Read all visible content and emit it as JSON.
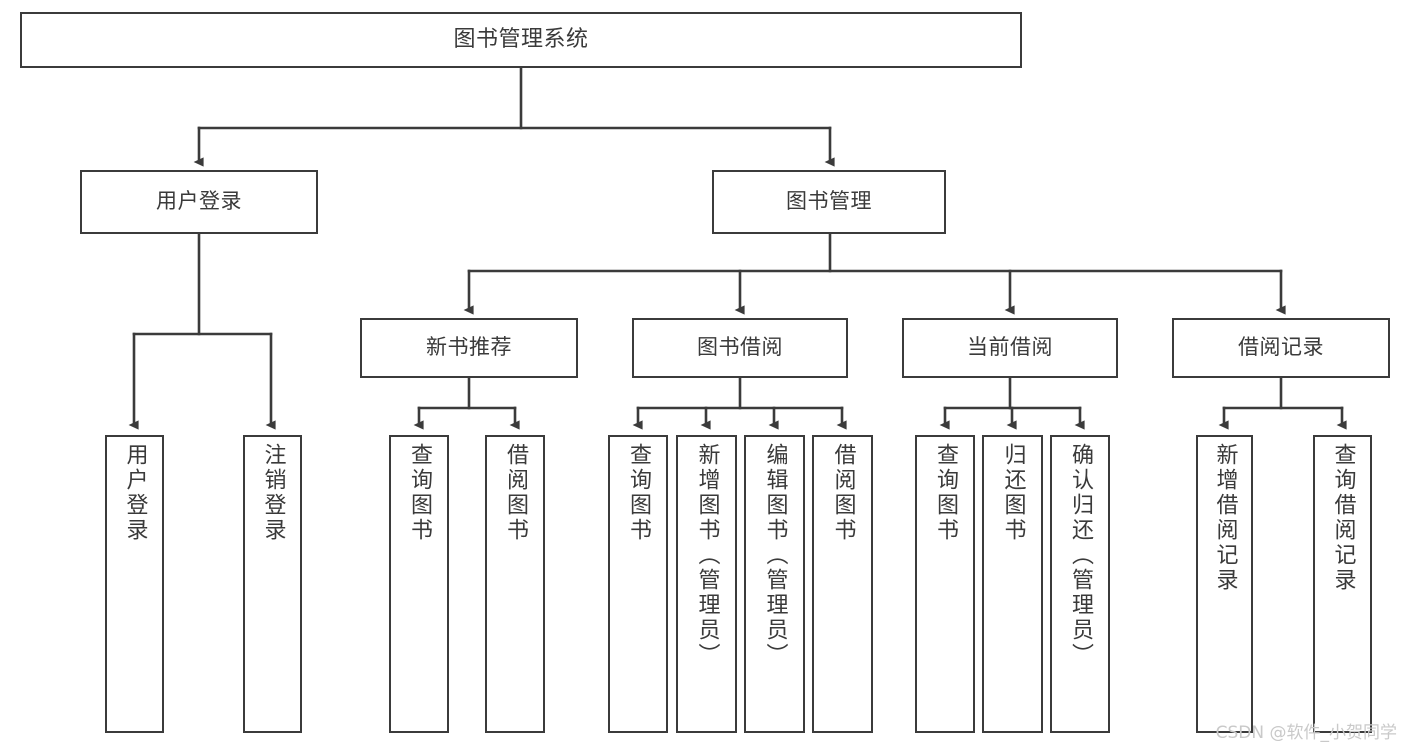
{
  "diagram": {
    "title": "图书管理系统",
    "watermark": "CSDN @软件_小贺同学",
    "colors": {
      "background": "#ffffff",
      "stroke": "#3b3b3b",
      "text": "#3a3a3a",
      "watermark": "#c9c9c9"
    },
    "root": {
      "label": "图书管理系统"
    },
    "level1": [
      {
        "label": "用户登录"
      },
      {
        "label": "图书管理"
      }
    ],
    "level2": [
      {
        "label": "新书推荐"
      },
      {
        "label": "图书借阅"
      },
      {
        "label": "当前借阅"
      },
      {
        "label": "借阅记录"
      }
    ],
    "leaves": {
      "user_login": [
        {
          "label": "用户登录"
        },
        {
          "label": "注销登录"
        }
      ],
      "new_book": [
        {
          "label": "查询图书"
        },
        {
          "label": "借阅图书"
        }
      ],
      "borrow_book": [
        {
          "label": "查询图书"
        },
        {
          "label": "新增图书（管理员）"
        },
        {
          "label": "编辑图书（管理员）"
        },
        {
          "label": "借阅图书"
        }
      ],
      "current_borrow": [
        {
          "label": "查询图书"
        },
        {
          "label": "归还图书"
        },
        {
          "label": "确认归还（管理员）"
        }
      ],
      "borrow_record": [
        {
          "label": "新增借阅记录"
        },
        {
          "label": "查询借阅记录"
        }
      ]
    }
  }
}
